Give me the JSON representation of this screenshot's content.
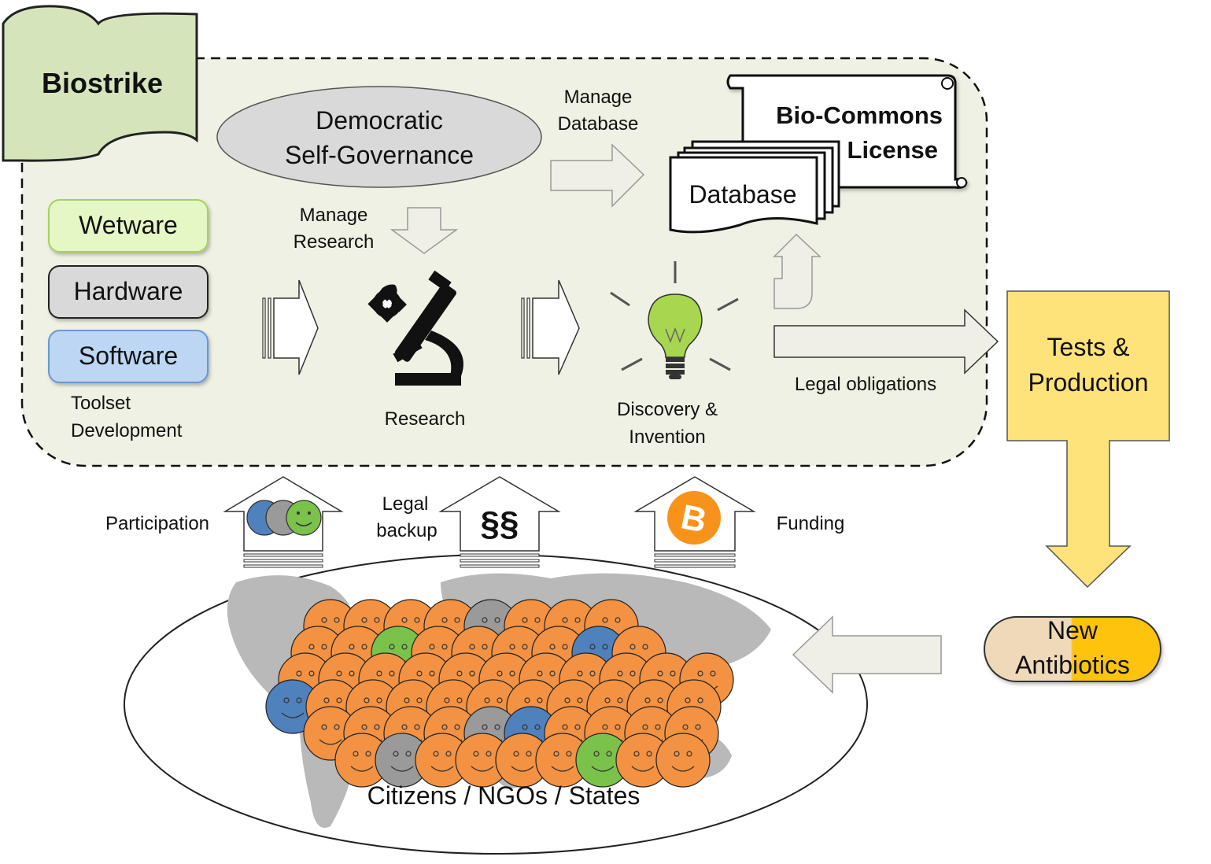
{
  "colors": {
    "panel_fill": "#eef1e3",
    "biostrike_fill": "#d6e4bc",
    "ellipse_fill": "#d9d9d9",
    "arrow_fill": "#efefe7",
    "tests_fill": "#fee27a",
    "pill_left": "#efd9b8",
    "pill_right": "#fec410",
    "face_orange": "#f39242",
    "face_blue": "#4f81bd",
    "face_gray": "#9a9a9a",
    "face_green": "#7ac24a",
    "bitcoin": "#f7931a",
    "map_gray": "#b9b9b9",
    "wetware": "#e4f7c4",
    "hardware": "#d9d9d9",
    "software": "#bcd6f4"
  },
  "biostrike": {
    "title": "Biostrike"
  },
  "governance": {
    "line1": "Democratic",
    "line2": "Self-Governance"
  },
  "manage_database": {
    "line1": "Manage",
    "line2": "Database"
  },
  "manage_research": {
    "line1": "Manage",
    "line2": "Research"
  },
  "license": {
    "line1": "Bio-Commons",
    "line2": "License"
  },
  "database": {
    "label": "Database"
  },
  "toolset": {
    "items": [
      "Wetware",
      "Hardware",
      "Software"
    ],
    "caption_line1": "Toolset",
    "caption_line2": "Development"
  },
  "research": {
    "label": "Research",
    "icon": "microscope-icon"
  },
  "discovery": {
    "line1": "Discovery &",
    "line2": "Invention",
    "icon": "lightbulb-icon"
  },
  "legal_obligations": {
    "label": "Legal obligations"
  },
  "tests": {
    "line1": "Tests &",
    "line2": "Production"
  },
  "antibiotics": {
    "line1": "New",
    "line2": "Antibiotics"
  },
  "participation": {
    "label": "Participation",
    "icon": "smiley-faces-icon"
  },
  "legal_backup": {
    "line1": "Legal",
    "line2": "backup",
    "symbol": "§§"
  },
  "funding": {
    "label": "Funding",
    "icon": "bitcoin-icon"
  },
  "citizens": {
    "label": "Citizens / NGOs / States"
  },
  "crowd": {
    "rows": [
      [
        "orange",
        "orange",
        "orange",
        "orange",
        "gray",
        "orange",
        "orange",
        "orange"
      ],
      [
        "orange",
        "orange",
        "green",
        "orange",
        "orange",
        "orange",
        "orange",
        "blue",
        "orange"
      ],
      [
        "orange",
        "orange",
        "orange",
        "orange",
        "orange",
        "orange",
        "orange",
        "orange",
        "orange",
        "orange",
        "orange"
      ],
      [
        "blue",
        "orange",
        "orange",
        "orange",
        "orange",
        "orange",
        "orange",
        "orange",
        "orange",
        "orange",
        "orange"
      ],
      [
        "orange",
        "orange",
        "orange",
        "orange",
        "gray",
        "blue",
        "orange",
        "orange",
        "orange",
        "orange"
      ],
      [
        "orange",
        "gray",
        "orange",
        "orange",
        "orange",
        "orange",
        "green",
        "orange",
        "orange"
      ]
    ]
  }
}
